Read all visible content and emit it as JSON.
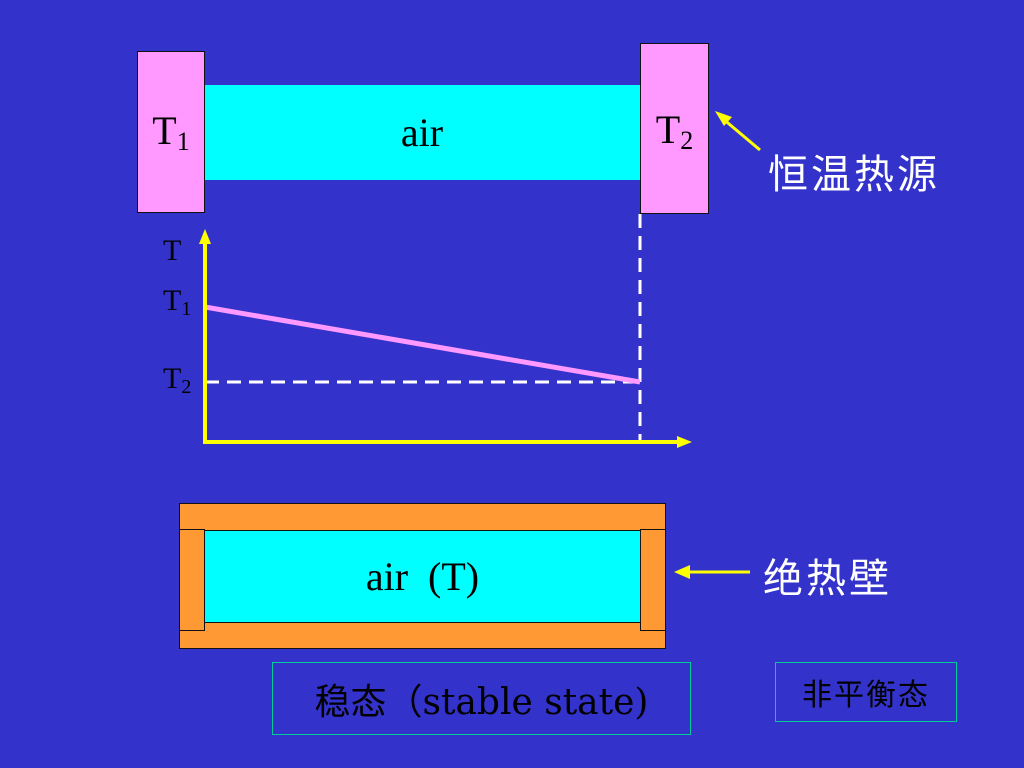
{
  "top_system": {
    "left_reservoir": {
      "symbol": "T",
      "subscript": "1"
    },
    "right_reservoir": {
      "symbol": "T",
      "subscript": "2"
    },
    "medium_label": "air",
    "reservoir_caption": "恒温热源"
  },
  "graph": {
    "y_axis_label": "T",
    "tick_t1": {
      "symbol": "T",
      "subscript": "1"
    },
    "tick_t2": {
      "symbol": "T",
      "subscript": "2"
    }
  },
  "bottom_system": {
    "medium_label": "air  (T)",
    "wall_caption": "绝热壁"
  },
  "captions": {
    "stable_state": "稳态（stable state)",
    "non_equilibrium": "非平衡态"
  },
  "colors": {
    "background": "#3333cc",
    "reservoir": "#ff99ff",
    "air": "#00ffff",
    "axis": "#ffff00",
    "gradient_line": "#ff99ff",
    "wall": "#ff9933",
    "caption_text": "#ffffff"
  }
}
